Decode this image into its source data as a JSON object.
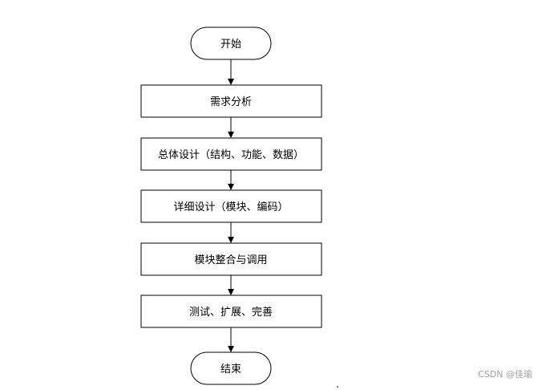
{
  "flowchart": {
    "start_label": "开始",
    "steps": [
      "需求分析",
      "总体设计（结构、功能、数据）",
      "详细设计（模块、编码）",
      "模块整合与调用",
      "测试、扩展、完善"
    ],
    "end_label": "结束"
  },
  "watermark": "CSDN @佳瑜"
}
